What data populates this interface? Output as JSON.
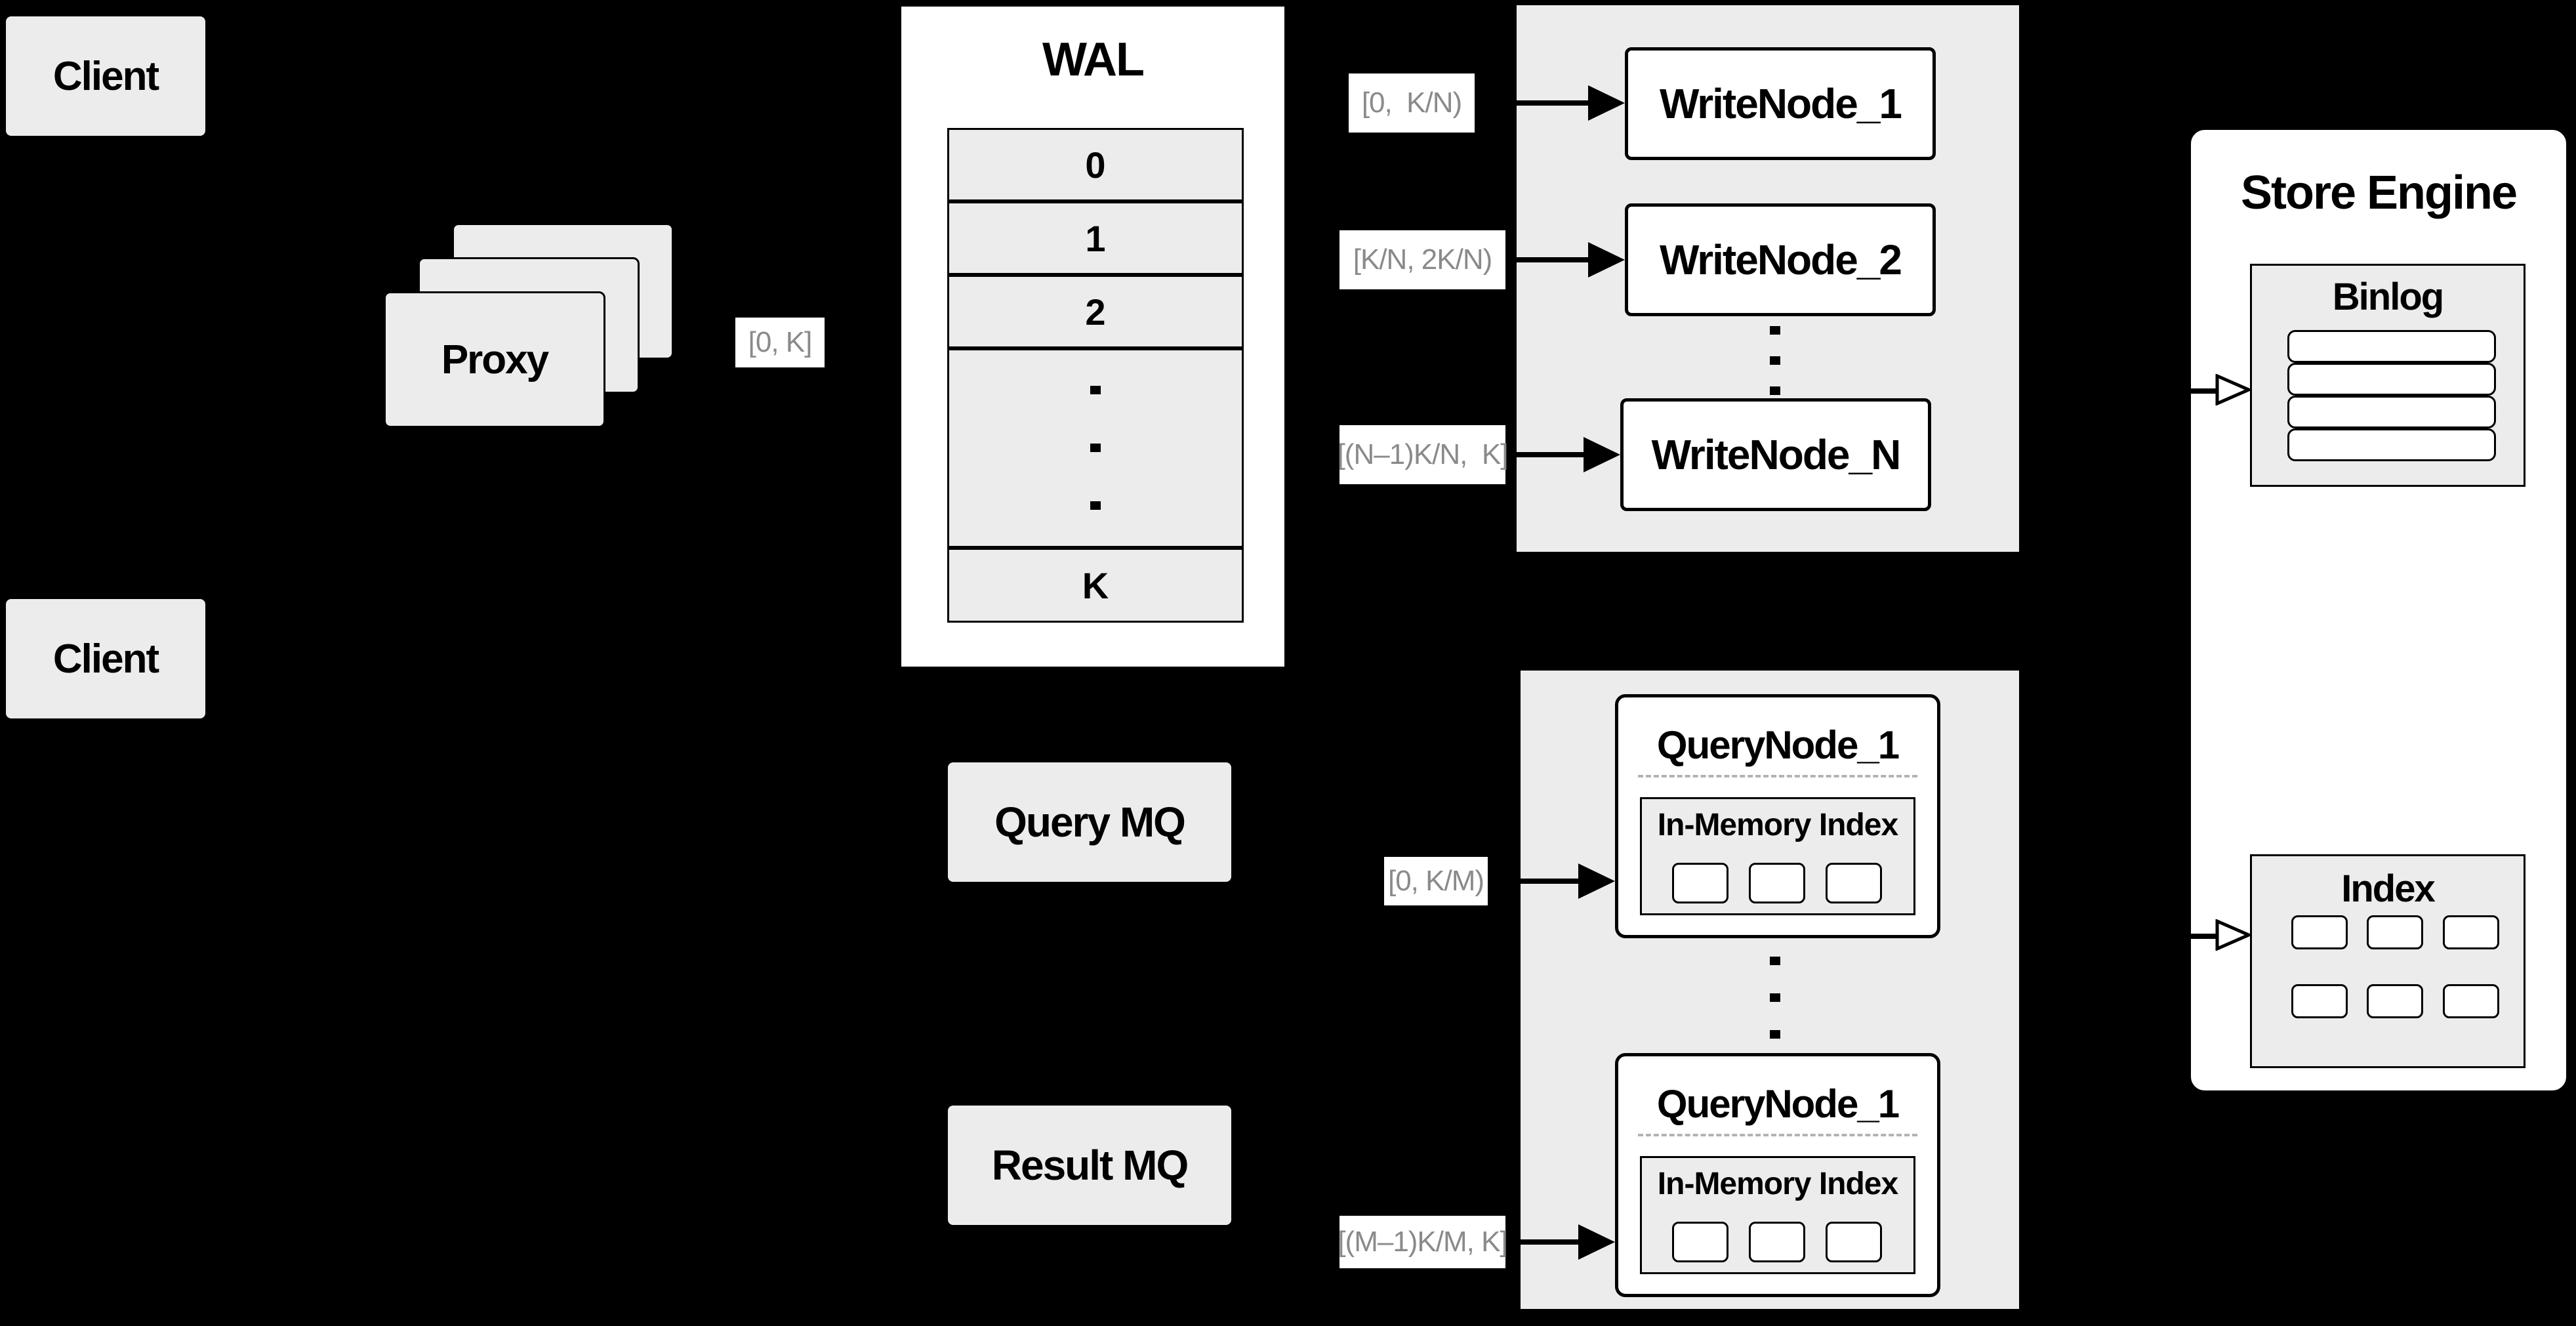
{
  "colors": {
    "canvas_bg": "#000000",
    "box_fill": "#ececec",
    "node_fill": "#ffffff",
    "line": "#000000",
    "range_label_text": "#8a8a8a",
    "dashed_separator": "#b3b3b3"
  },
  "clients": {
    "top_label": "Client",
    "bottom_label": "Client"
  },
  "proxy": {
    "label": "Proxy",
    "range_label": "[0, K]"
  },
  "wal": {
    "title": "WAL",
    "rows": [
      "0",
      "1",
      "2"
    ],
    "last_row": "K"
  },
  "write_nodes": {
    "nodes": [
      {
        "range": "[0,  K/N)",
        "label": "WriteNode_1"
      },
      {
        "range": "[K/N, 2K/N)",
        "label": "WriteNode_2"
      },
      {
        "range": "[(N–1)K/N,  K]",
        "label": "WriteNode_N"
      }
    ]
  },
  "query_mq": {
    "label": "Query MQ"
  },
  "result_mq": {
    "label": "Result MQ"
  },
  "query_nodes": {
    "nodes": [
      {
        "range": "[0, K/M)",
        "title": "QueryNode_1",
        "inner_title": "In-Memory Index"
      },
      {
        "range": "[(M–1)K/M, K]",
        "title": "QueryNode_1",
        "inner_title": "In-Memory Index"
      }
    ]
  },
  "store_engine": {
    "title": "Store Engine",
    "binlog_title": "Binlog",
    "index_title": "Index"
  }
}
